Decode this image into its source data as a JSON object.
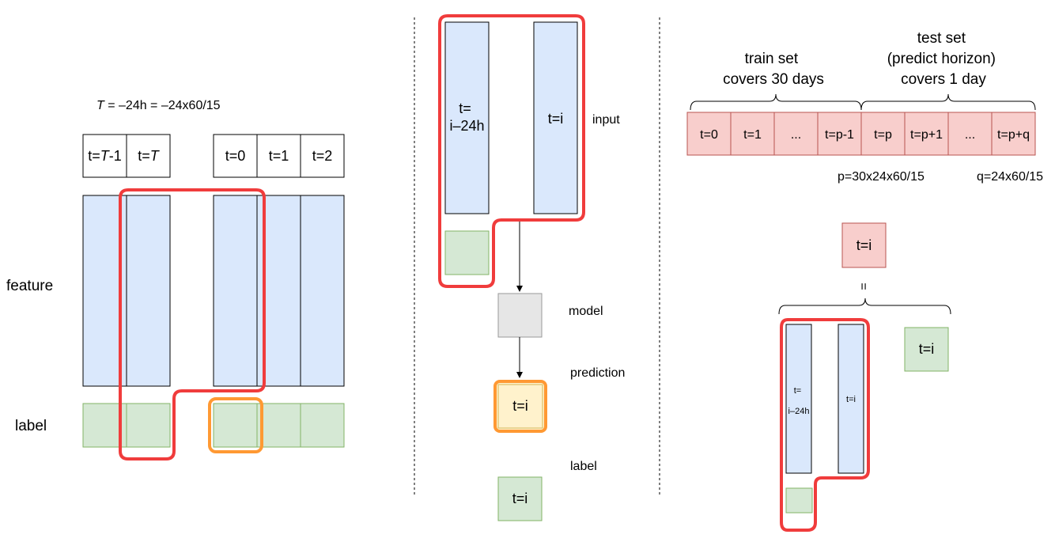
{
  "colors": {
    "feature_fill": "#dae8fc",
    "feature_stroke": "#000000",
    "label_fill": "#d5e8d4",
    "label_stroke": "#82b366",
    "set_fill": "#f8cecc",
    "set_stroke": "#b85450",
    "model_fill": "#e6e6e6",
    "highlight_red": "#f03c3c",
    "highlight_orange": "#ff9933",
    "prediction_fill": "#fff2cc"
  },
  "left": {
    "formula_T": "T",
    "formula_rest": " = –24h = –24x60/15",
    "hdr_tm1_pre": "t=",
    "hdr_tm1_T": "T",
    "hdr_tm1_post": "-1",
    "hdr_T_pre": "t=",
    "hdr_T_T": "T",
    "hdr_t0": "t=0",
    "hdr_t1": "t=1",
    "hdr_t2": "t=2",
    "feature_label": "feature",
    "label_label": "label"
  },
  "middle": {
    "col1_line1": "t=",
    "col1_line2": "i–24h",
    "col2": "t=i",
    "input_label": "input",
    "model_label": "model",
    "prediction_label": "prediction",
    "prediction_box": "t=i",
    "label_label": "label",
    "label_box": "t=i"
  },
  "right": {
    "train_line1": "train set",
    "train_line2": "covers 30 days",
    "test_line1": "test set",
    "test_line2": "(predict horizon)",
    "test_line3": "covers 1 day",
    "cells": [
      "t=0",
      "t=1",
      "...",
      "t=p-1",
      "t=p",
      "t=p+1",
      "...",
      "t=p+q"
    ],
    "p_def": "p=30x24x60/15",
    "q_def": "q=24x60/15",
    "target_box": "t=i",
    "equals": "=",
    "small_col1_line1": "t=",
    "small_col1_line2": "i–24h",
    "small_col2": "t=i",
    "small_label_box": "t=i"
  }
}
